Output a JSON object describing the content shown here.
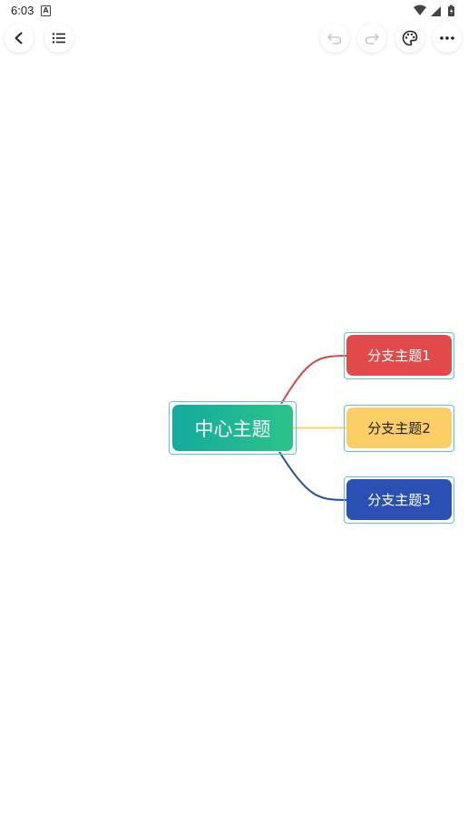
{
  "status_bar": {
    "time": "6:03",
    "notification_icon": "a-icon",
    "icons": [
      "wifi-icon",
      "signal-icon",
      "battery-icon"
    ]
  },
  "toolbar": {
    "left": [
      "back-icon",
      "outline-list-icon"
    ],
    "right": [
      "undo-icon",
      "redo-icon",
      "palette-icon",
      "more-icon"
    ],
    "undo_enabled": false,
    "redo_enabled": false
  },
  "mindmap": {
    "central": {
      "label": "中心主题",
      "color": "#1bb39a"
    },
    "branches": [
      {
        "label": "分支主题1",
        "color": "#e04a4a",
        "line_color": "#d0494c"
      },
      {
        "label": "分支主题2",
        "color": "#fbcf66",
        "line_color": "#f5d271"
      },
      {
        "label": "分支主题3",
        "color": "#2a4fb5",
        "line_color": "#2a4fa8"
      }
    ],
    "selection_color": "#5bc0ea"
  }
}
